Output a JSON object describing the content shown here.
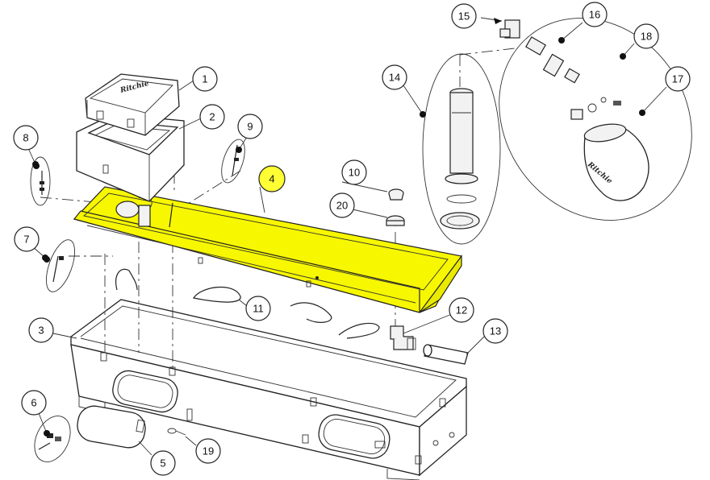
{
  "diagram": {
    "highlight_color": "#ffff33",
    "trough_fill": "#f7f700",
    "callouts": [
      {
        "id": "c1",
        "label": "1"
      },
      {
        "id": "c2",
        "label": "2"
      },
      {
        "id": "c3",
        "label": "3"
      },
      {
        "id": "c4",
        "label": "4",
        "highlighted": true
      },
      {
        "id": "c5",
        "label": "5"
      },
      {
        "id": "c6",
        "label": "6"
      },
      {
        "id": "c7",
        "label": "7"
      },
      {
        "id": "c8",
        "label": "8"
      },
      {
        "id": "c9",
        "label": "9"
      },
      {
        "id": "c10",
        "label": "10"
      },
      {
        "id": "c11",
        "label": "11"
      },
      {
        "id": "c12",
        "label": "12"
      },
      {
        "id": "c13",
        "label": "13"
      },
      {
        "id": "c14",
        "label": "14"
      },
      {
        "id": "c15",
        "label": "15"
      },
      {
        "id": "c16",
        "label": "16"
      },
      {
        "id": "c17",
        "label": "17"
      },
      {
        "id": "c18",
        "label": "18"
      },
      {
        "id": "c19",
        "label": "19"
      },
      {
        "id": "c20",
        "label": "20"
      }
    ],
    "logo_text": "Ritchie"
  }
}
